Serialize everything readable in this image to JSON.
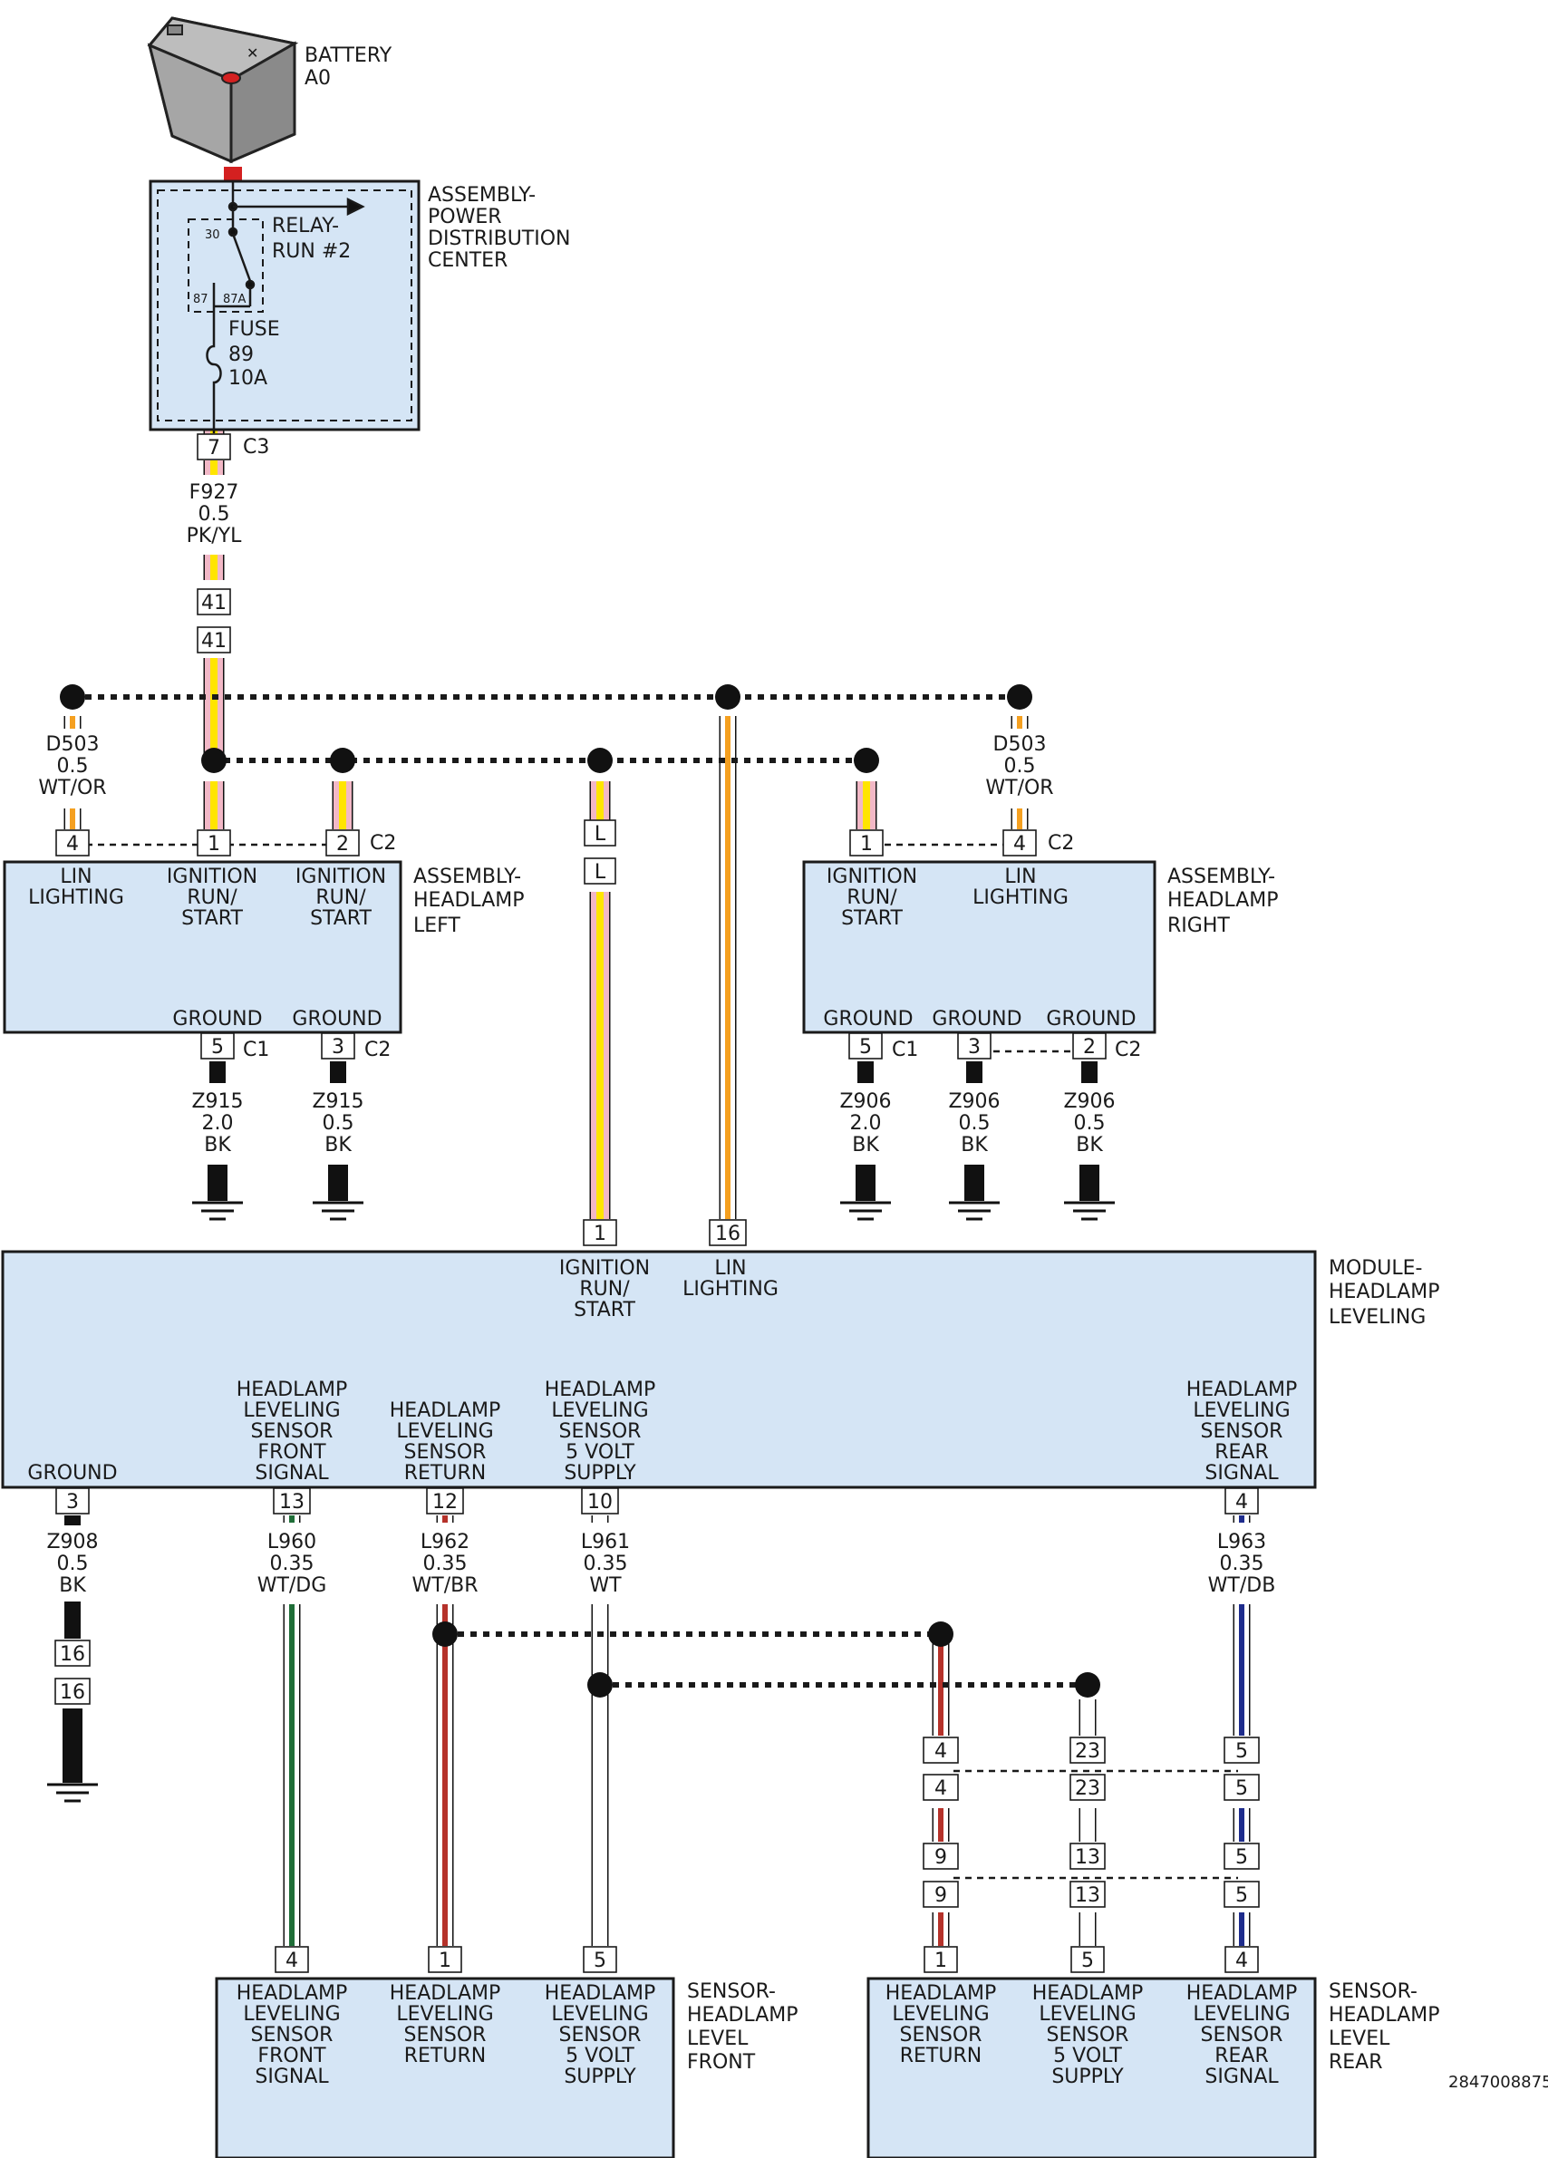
{
  "doc_id": "2847008875",
  "colors": {
    "box_fill": "#d5e5f5",
    "pink": "#f2b8c6",
    "yellow": "#ffe500",
    "orange": "#f5a020",
    "white": "#ffffff",
    "black": "#111111",
    "dark_green": "#1f6e38",
    "brown_red": "#b5322a",
    "dark_blue": "#1e2c8c",
    "terminal_red": "#d42020"
  },
  "icons": [
    "battery-icon",
    "relay-switch-icon",
    "fuse-icon",
    "ground-icon",
    "arrow-icon"
  ],
  "battery": {
    "label1": "BATTERY",
    "label2": "A0"
  },
  "pdc": {
    "label": [
      "ASSEMBLY-",
      "POWER",
      "DISTRIBUTION",
      "CENTER"
    ],
    "relay": [
      "RELAY-",
      "RUN #2"
    ],
    "relay_pins": {
      "p30": "30",
      "p87": "87",
      "p87a": "87A"
    },
    "fuse": [
      "FUSE",
      "89",
      "10A"
    ],
    "pin": "7",
    "connector": "C3"
  },
  "f927": {
    "circuit": "F927",
    "gauge": "0.5",
    "color": "PK/YL"
  },
  "inline_41": "41",
  "inline_L": "L",
  "d503_left": {
    "circuit": "D503",
    "gauge": "0.5",
    "color": "WT/OR"
  },
  "d503_right": {
    "circuit": "D503",
    "gauge": "0.5",
    "color": "WT/OR"
  },
  "hl_left": {
    "label": [
      "ASSEMBLY-",
      "HEADLAMP",
      "LEFT"
    ],
    "pin_lin": "4",
    "pin_ign1": "1",
    "pin_ign2": "2",
    "conn_c2": "C2",
    "lin": [
      "LIN",
      "LIGHTING"
    ],
    "ign1": [
      "IGNITION",
      "RUN/",
      "START"
    ],
    "ign2": [
      "IGNITION",
      "RUN/",
      "START"
    ],
    "gnd1": "GROUND",
    "gnd2": "GROUND",
    "pin_g1": "5",
    "conn_g1": "C1",
    "pin_g2": "3",
    "conn_g2": "C2",
    "wire_g1": {
      "circuit": "Z915",
      "gauge": "2.0",
      "color": "BK"
    },
    "wire_g2": {
      "circuit": "Z915",
      "gauge": "0.5",
      "color": "BK"
    }
  },
  "hl_right": {
    "label": [
      "ASSEMBLY-",
      "HEADLAMP",
      "RIGHT"
    ],
    "pin_ign": "1",
    "pin_lin": "4",
    "conn_c2": "C2",
    "ign": [
      "IGNITION",
      "RUN/",
      "START"
    ],
    "lin": [
      "LIN",
      "LIGHTING"
    ],
    "gnd1": "GROUND",
    "gnd2": "GROUND",
    "gnd3": "GROUND",
    "pin_g1": "5",
    "conn_g1": "C1",
    "pin_g2": "3",
    "pin_g3": "2",
    "conn_g3": "C2",
    "wire_g1": {
      "circuit": "Z906",
      "gauge": "2.0",
      "color": "BK"
    },
    "wire_g2": {
      "circuit": "Z906",
      "gauge": "0.5",
      "color": "BK"
    },
    "wire_g3": {
      "circuit": "Z906",
      "gauge": "0.5",
      "color": "BK"
    }
  },
  "module": {
    "label": [
      "MODULE-",
      "HEADLAMP",
      "LEVELING"
    ],
    "pin_ign": "1",
    "pin_lin": "16",
    "ign": [
      "IGNITION",
      "RUN/",
      "START"
    ],
    "lin": [
      "LIN",
      "LIGHTING"
    ],
    "gnd": "GROUND",
    "front_signal": [
      "HEADLAMP",
      "LEVELING",
      "SENSOR",
      "FRONT",
      "SIGNAL"
    ],
    "return": [
      "HEADLAMP",
      "LEVELING",
      "SENSOR",
      "RETURN"
    ],
    "supply": [
      "HEADLAMP",
      "LEVELING",
      "SENSOR",
      "5 VOLT",
      "SUPPLY"
    ],
    "rear_signal": [
      "HEADLAMP",
      "LEVELING",
      "SENSOR",
      "REAR",
      "SIGNAL"
    ],
    "pin_gnd": "3",
    "pin_front": "13",
    "pin_return": "12",
    "pin_supply": "10",
    "pin_rear": "4"
  },
  "z908": {
    "circuit": "Z908",
    "gauge": "0.5",
    "color": "BK"
  },
  "inline_16": "16",
  "l960": {
    "circuit": "L960",
    "gauge": "0.35",
    "color": "WT/DG"
  },
  "l962": {
    "circuit": "L962",
    "gauge": "0.35",
    "color": "WT/BR"
  },
  "l961": {
    "circuit": "L961",
    "gauge": "0.35",
    "color": "WT"
  },
  "l963": {
    "circuit": "L963",
    "gauge": "0.35",
    "color": "WT/DB"
  },
  "inline_rear": {
    "row1": [
      "4",
      "23",
      "5"
    ],
    "row2": [
      "4",
      "23",
      "5"
    ],
    "row3": [
      "9",
      "13",
      "5"
    ],
    "row4": [
      "9",
      "13",
      "5"
    ]
  },
  "sensor_front": {
    "label": [
      "SENSOR-",
      "HEADLAMP",
      "LEVEL",
      "FRONT"
    ],
    "pin_signal": "4",
    "pin_return": "1",
    "pin_supply": "5",
    "signal": [
      "HEADLAMP",
      "LEVELING",
      "SENSOR",
      "FRONT",
      "SIGNAL"
    ],
    "return": [
      "HEADLAMP",
      "LEVELING",
      "SENSOR",
      "RETURN"
    ],
    "supply": [
      "HEADLAMP",
      "LEVELING",
      "SENSOR",
      "5 VOLT",
      "SUPPLY"
    ]
  },
  "sensor_rear": {
    "label": [
      "SENSOR-",
      "HEADLAMP",
      "LEVEL",
      "REAR"
    ],
    "pin_return": "1",
    "pin_supply": "5",
    "pin_signal": "4",
    "return": [
      "HEADLAMP",
      "LEVELING",
      "SENSOR",
      "RETURN"
    ],
    "supply": [
      "HEADLAMP",
      "LEVELING",
      "SENSOR",
      "5 VOLT",
      "SUPPLY"
    ],
    "signal": [
      "HEADLAMP",
      "LEVELING",
      "SENSOR",
      "REAR",
      "SIGNAL"
    ]
  }
}
